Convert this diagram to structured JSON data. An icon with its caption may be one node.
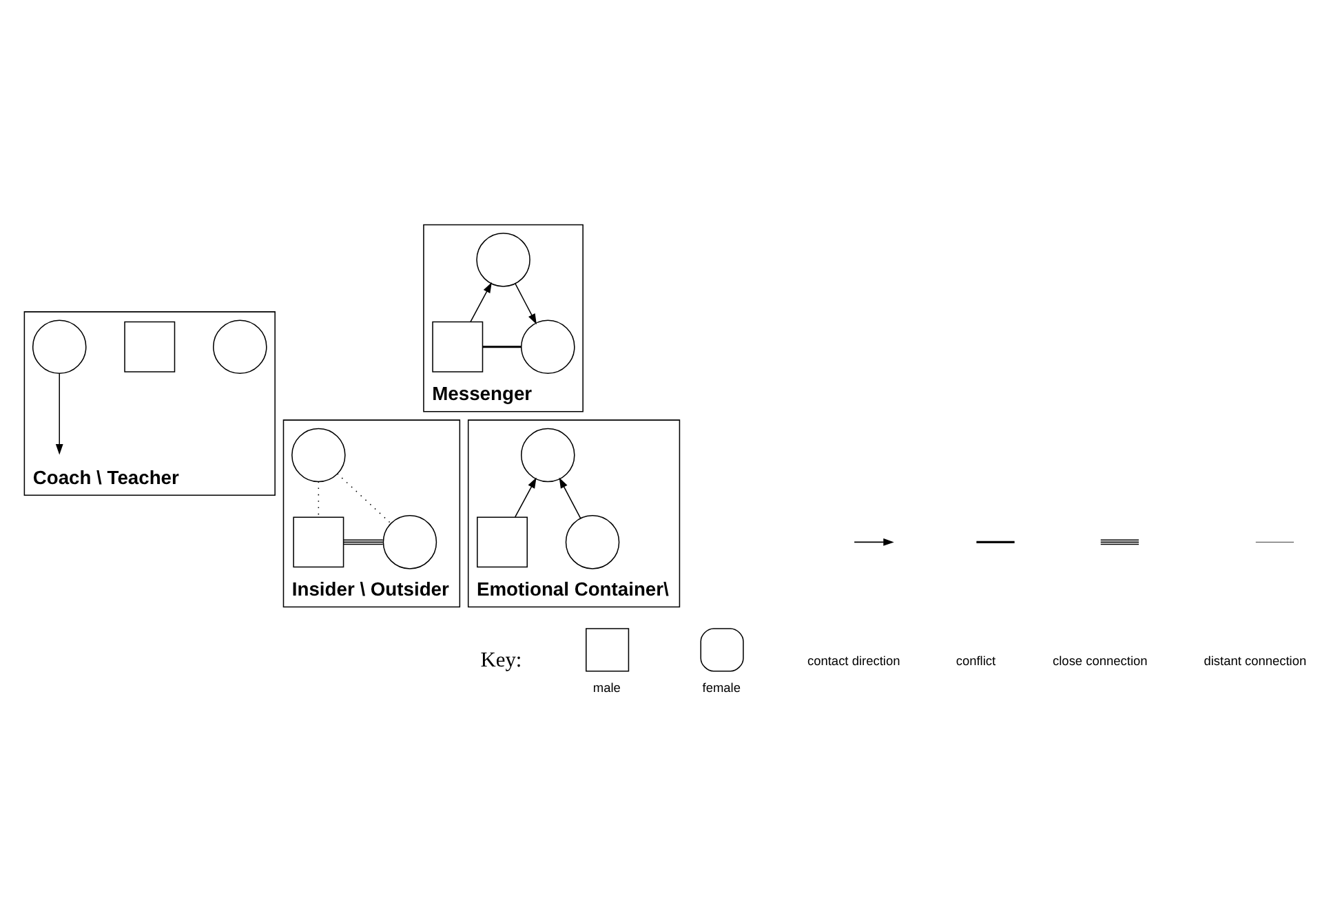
{
  "diagram": {
    "nodes": [
      {
        "text": [
          "Coach \\ Teacher"
        ]
      },
      {
        "text": [],
        "shape": "circle",
        "in": 0
      },
      {
        "text": [],
        "shape": "box",
        "in": 0
      },
      {
        "text": [],
        "shape": "circle",
        "in": 0
      },
      {
        "text": [
          "Messenger"
        ]
      },
      {
        "text": [],
        "shape": "circle",
        "in": 4
      },
      {
        "text": [],
        "shape": "box",
        "in": 4
      },
      {
        "text": [],
        "shape": "circle",
        "in": 4
      },
      {
        "text": [
          "Insider \\ Outsider"
        ]
      },
      {
        "text": [],
        "shape": "circle",
        "in": 8
      },
      {
        "text": [],
        "shape": "box",
        "in": 8
      },
      {
        "text": [],
        "shape": "circle",
        "in": 8
      },
      {
        "text": [
          "Emotional Container\\"
        ]
      },
      {
        "text": [],
        "shape": "circle",
        "in": 12
      },
      {
        "text": [],
        "shape": "box",
        "in": 12
      },
      {
        "text": [],
        "shape": "circle",
        "in": 12
      }
    ],
    "edges": [
      {
        "from": 1,
        "to": null,
        "arrow": "to"
      },
      {
        "from": 6,
        "to": 5,
        "arrow": "to"
      },
      {
        "from": 5,
        "to": 7,
        "arrow": "to"
      },
      {
        "from": 6,
        "to": 7,
        "arrow": "none"
      },
      {
        "from": 9,
        "to": 10,
        "arrow": "none",
        "style": "dashed"
      },
      {
        "from": 9,
        "to": 11,
        "arrow": "none",
        "style": "dashed"
      },
      {
        "from": 10,
        "to": 11,
        "arrow": "none"
      },
      {
        "from": 14,
        "to": 13,
        "arrow": "to"
      },
      {
        "from": 15,
        "to": 13,
        "arrow": "to"
      }
    ],
    "labels": [
      "Key:"
    ],
    "legend": [
      {
        "text": "male"
      },
      {
        "text": "female"
      },
      {
        "text": "contact direction"
      },
      {
        "text": "conflict"
      },
      {
        "text": "close connection"
      },
      {
        "text": "distant connection"
      }
    ]
  }
}
